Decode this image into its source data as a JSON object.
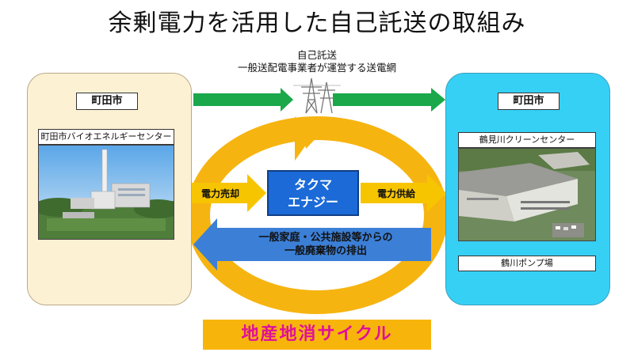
{
  "title": "余剰電力を活用した自己託送の取組み",
  "grid": {
    "line1": "自己託送",
    "line2": "一般送配電事業者が運営する送電網",
    "icon": "transmission-tower-icon"
  },
  "left_panel": {
    "city": "町田市",
    "facility": "町田市バイオエネルギーセンター"
  },
  "right_panel": {
    "city": "町田市",
    "facility": "鶴見川クリーンセンター",
    "facility2": "鶴川ポンプ場"
  },
  "flows": {
    "sell": "電力売却",
    "supply": "電力供給",
    "waste_line1": "一般家庭・公共施設等からの",
    "waste_line2": "一般廃棄物の排出"
  },
  "center": {
    "line1": "タクマ",
    "line2": "エナジー"
  },
  "cycle_label": "地産地消サイクル",
  "colors": {
    "left_panel": "#fdf1d3",
    "right_panel": "#37d0f5",
    "green_arrow": "#1aa84a",
    "yellow_arrow": "#f7c500",
    "ring": "#f6b410",
    "center_box": "#1b6ad8",
    "blue_arrow": "#3c7fd6",
    "cycle_text": "#e0109a"
  }
}
